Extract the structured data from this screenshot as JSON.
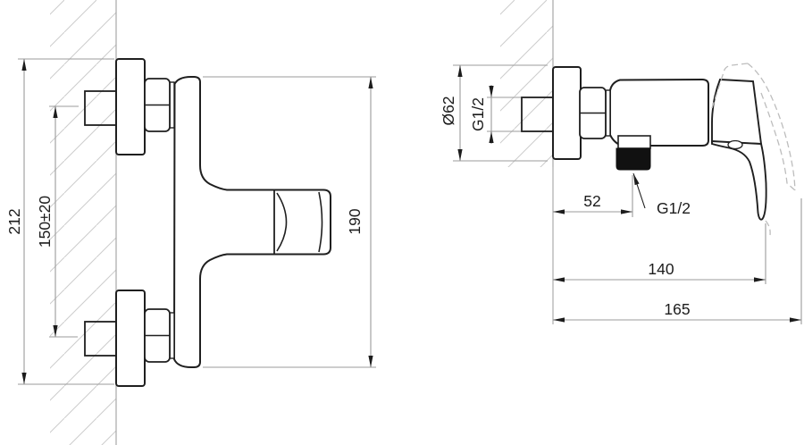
{
  "dimensions": {
    "front_view": {
      "overall_height": "212",
      "inlet_spacing": "150±20",
      "body_height": "190"
    },
    "side_view": {
      "flange_diameter": "Ø62",
      "inlet_thread": "G1/2",
      "outlet_offset": "52",
      "outlet_thread": "G1/2",
      "lever_depth": "140",
      "overall_depth": "165"
    }
  },
  "colors": {
    "background": "#ffffff",
    "outline": "#1f1f1f",
    "dimension_lines": "#9b9b9b",
    "hatching": "#cccccc",
    "thread_fill": "#111111"
  }
}
